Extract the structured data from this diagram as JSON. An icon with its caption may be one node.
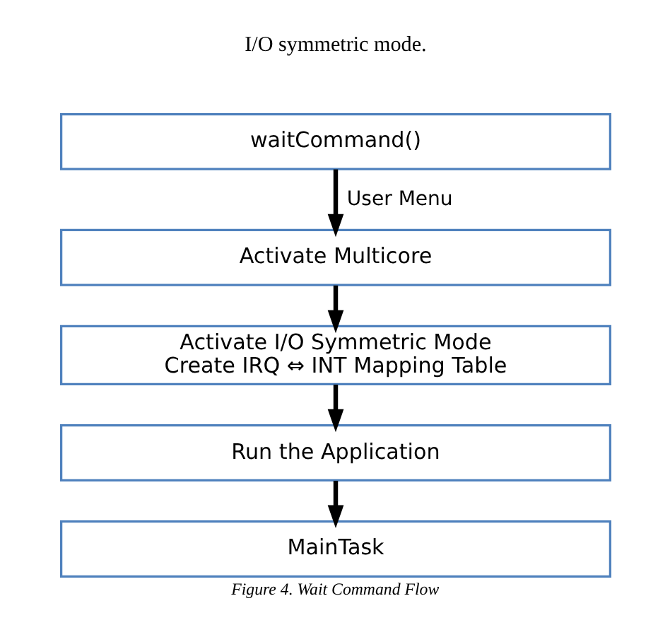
{
  "diagram": {
    "caption": "Figure 4. Wait Command Flow",
    "nodes": [
      {
        "text": [
          "waitCommand()"
        ]
      },
      {
        "text": [
          "Activate Multicore"
        ]
      },
      {
        "text": [
          "Activate I/O Symmetric Mode",
          "Create IRQ ⇔ INT Mapping Table"
        ]
      },
      {
        "text": [
          "Run the Application"
        ]
      },
      {
        "text": [
          "MainTask"
        ]
      }
    ],
    "edges": [
      {
        "from": 0,
        "to": 1,
        "arrow": "to",
        "label": "User Menu"
      },
      {
        "from": 1,
        "to": 2,
        "arrow": "to"
      },
      {
        "from": 2,
        "to": 3,
        "arrow": "to"
      },
      {
        "from": 3,
        "to": 4,
        "arrow": "to"
      }
    ],
    "labels": [
      "I/O symmetric mode."
    ]
  }
}
